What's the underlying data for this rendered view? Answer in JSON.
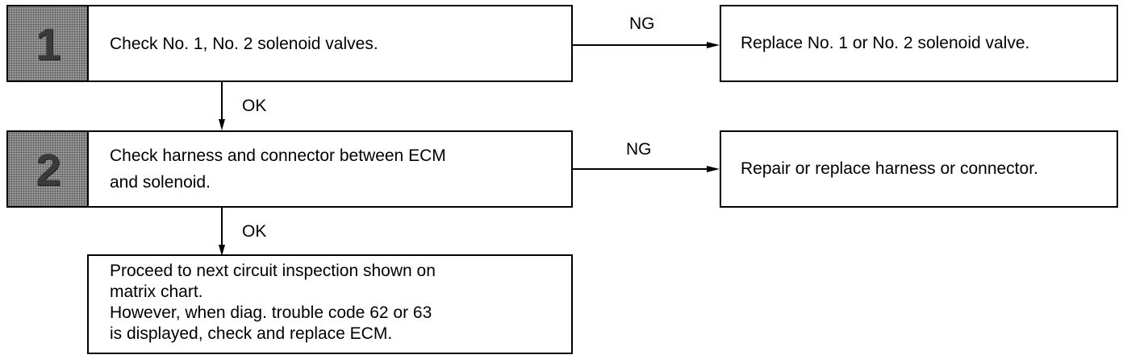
{
  "steps": [
    {
      "number": "1",
      "text": "Check No. 1, No. 2 solenoid valves."
    },
    {
      "number": "2",
      "text_lines": [
        "Check harness and connector between ECM",
        "and solenoid."
      ]
    }
  ],
  "results": [
    {
      "label": "NG",
      "text": "Replace No. 1 or No. 2 solenoid valve."
    },
    {
      "label": "NG",
      "text": "Repair or replace harness or connector."
    }
  ],
  "ok_labels": [
    "OK",
    "OK"
  ],
  "final": {
    "lines": [
      "Proceed to next circuit inspection shown on",
      "matrix chart.",
      "However, when diag. trouble code 62 or 63",
      "is displayed, check and replace ECM."
    ]
  }
}
